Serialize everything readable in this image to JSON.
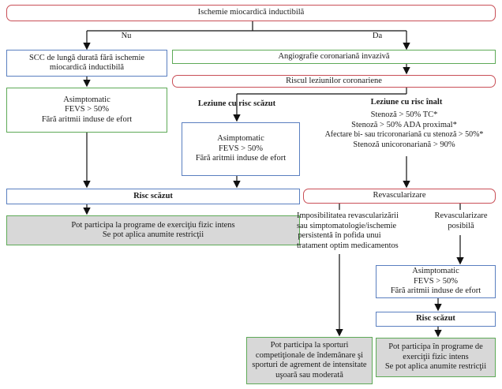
{
  "nodes": {
    "top": "Ischemie miocardică inductibilă",
    "nu": "Nu",
    "da": "Da",
    "scc": [
      "SCC de lungă durată fără ischemie",
      "miocardică inductibilă"
    ],
    "angio": "Angiografie coronariană invazivă",
    "risc_leziuni": "Riscul leziunilor coronariene",
    "asimpt1": [
      "Asimptomatic",
      "FEVS > 50%",
      "Fără aritmii induse de efort"
    ],
    "leziune_scazut": "Leziune cu risc scăzut",
    "leziune_inalt": "Leziune cu risc înalt",
    "leziune_inalt_items": [
      "Stenoză > 50% TC*",
      "Stenoză > 50% ADA proximal*",
      "Afectare bi- sau tricoronariană cu stenoză > 50%*",
      "Stenoză unicoronariană > 90%"
    ],
    "asimpt2": [
      "Asimptomatic",
      "FEVS > 50%",
      "Fără aritmii induse de efort"
    ],
    "risc_scazut1": "Risc scăzut",
    "revasc": "Revascularizare",
    "pot1": [
      "Pot participa la programe de exerciţiu fizic intens",
      "Se pot aplica anumite restricţii"
    ],
    "imposibil": [
      "Imposibilitatea revascularizării",
      "sau simptomatologie/ischemie",
      "persistentă în pofida unui",
      "tratament optim medicamentos"
    ],
    "revasc_posibila": [
      "Revascularizare",
      "posibilă"
    ],
    "asimpt3": [
      "Asimptomatic",
      "FEVS > 50%",
      "Fără aritmii induse de efort"
    ],
    "risc_scazut2": "Risc scăzut",
    "pot2": [
      "Pot participa la sporturi",
      "competiţionale de îndemânare şi",
      "sporturi de agrement de intensitate",
      "uşoară sau moderată"
    ],
    "pot3": [
      "Pot participa în programe de",
      "exerciţii fizic intens",
      "Se pot aplica anumite restricţii"
    ]
  },
  "colors": {
    "red": "#c94f57",
    "blue": "#5a7fc0",
    "green": "#5eaa57",
    "grey": "#d8d8d8"
  }
}
